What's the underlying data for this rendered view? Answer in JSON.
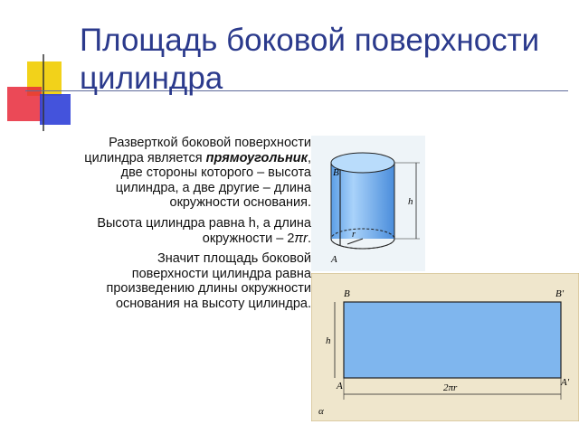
{
  "slide": {
    "title": "Площадь боковой поверхности цилиндра",
    "para1_before": "Разверткой боковой поверхности цилиндра является ",
    "para1_bold": "прямоугольник",
    "para1_after": ", две стороны которого – высота цилиндра, а две другие – длина окружности основания.",
    "para2_before": "Высота цилиндра равна h, а длина окружности – 2",
    "para2_math": "πr",
    "para2_after": ".",
    "para3": "Значит площадь боковой поверхности цилиндра равна произведению длины окружности основания на высоту цилиндра."
  },
  "figure_cylinder": {
    "label_B": "B",
    "label_A": "A",
    "label_h": "h",
    "label_r": "r"
  },
  "figure_unrolled": {
    "label_B": "B",
    "label_B_prime": "B′",
    "label_A": "A",
    "label_A_prime": "A′",
    "label_h": "h",
    "label_2pir": "2πr",
    "label_alpha": "α"
  },
  "colors": {
    "title": "#2b3a8c",
    "rect_fill": "#7fb6ee",
    "page_bg": "#efe6cc",
    "deco_yellow": "#f2d21a",
    "deco_red": "#e8293a",
    "deco_blue": "#2a3ad0"
  }
}
